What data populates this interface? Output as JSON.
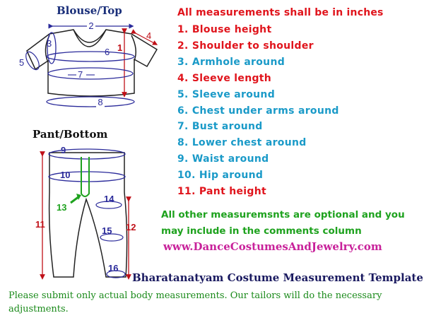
{
  "blouse": {
    "title": "Blouse/Top",
    "labels": {
      "m1": "1",
      "m2": "2",
      "m3": "3",
      "m4": "4",
      "m5": "5",
      "m6": "6",
      "m7": "7",
      "m8": "8"
    }
  },
  "pant": {
    "title": "Pant/Bottom",
    "labels": {
      "m9": "9",
      "m10": "10",
      "m11": "11",
      "m12": "12",
      "m13": "13",
      "m14": "14",
      "m15": "15",
      "m16": "16"
    }
  },
  "instructions": {
    "header": "All measurements shall be in inches",
    "items": [
      "1. Blouse height",
      "2. Shoulder to shoulder",
      "3. Armhole around",
      "4. Sleeve length",
      "5. Sleeve around",
      "6. Chest under arms around",
      "7. Bust around",
      "8. Lower chest around",
      "9. Waist around",
      "10. Hip around",
      "11. Pant height"
    ],
    "item_colors": [
      "#e0141c",
      "#e0141c",
      "#1a9ac8",
      "#e0141c",
      "#1a9ac8",
      "#1a9ac8",
      "#1a9ac8",
      "#1a9ac8",
      "#1a9ac8",
      "#1a9ac8",
      "#e0141c"
    ],
    "optional_note_line1": "All other measuremsnts are optional and you",
    "optional_note_line2": "may include in the comments column"
  },
  "website": "www.DanceCostumesAndJewelry.com",
  "template_title": "Bharatanatyam Costume Measurement Template",
  "footer": {
    "line1": "Please submit only actual body measurements. Our tailors will do the necessary",
    "line2": "adjustments."
  },
  "colors": {
    "red": "#e0141c",
    "blue": "#1a9ac8",
    "navy": "#2a2a9a",
    "green": "#1ea21e",
    "magenta": "#c8219a"
  }
}
